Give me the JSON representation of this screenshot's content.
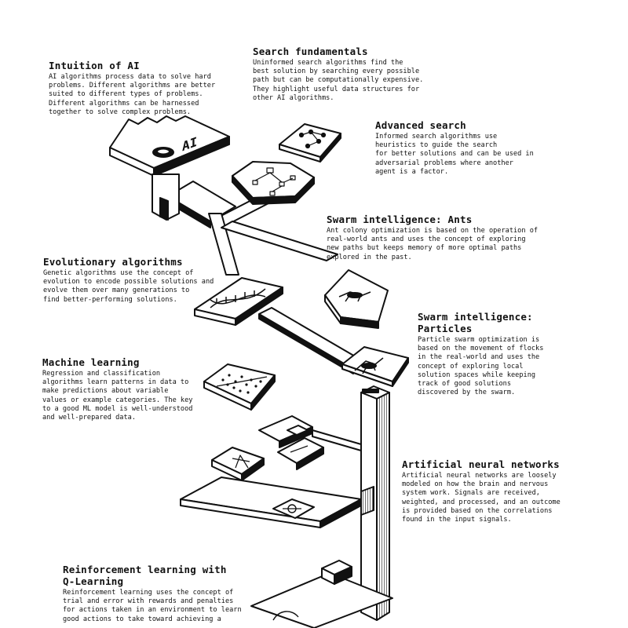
{
  "sections": {
    "intuition": {
      "title": "Intuition of AI",
      "lines": [
        "AI algorithms process data to solve hard",
        "problems. Different algorithms are better",
        "suited to different types of problems.",
        "Different algorithms can be harnessed",
        "together to solve complex problems."
      ]
    },
    "search": {
      "title": "Search fundamentals",
      "lines": [
        "Uninformed search algorithms find the",
        "best solution by searching every possible",
        "path but can be computationally expensive.",
        "They highlight useful data structures for",
        "other AI algorithms."
      ]
    },
    "advanced_search": {
      "title": "Advanced search",
      "lines": [
        "Informed search algorithms use",
        "heuristics to guide the search",
        "for better solutions and can be used in",
        "adversarial problems where another",
        "agent is a factor."
      ]
    },
    "ants": {
      "title": "Swarm intelligence: Ants",
      "lines": [
        "Ant colony optimization is based on the operation of",
        "real-world ants and uses the concept of exploring",
        "new paths but keeps memory of more optimal paths",
        "explored in the past."
      ]
    },
    "evolutionary": {
      "title": "Evolutionary algorithms",
      "lines": [
        "Genetic algorithms use the concept of",
        "evolution to encode possible solutions and",
        "evolve them over many generations to",
        "find better-performing solutions."
      ]
    },
    "particles": {
      "title_lines": [
        "Swarm intelligence:",
        "Particles"
      ],
      "lines": [
        "Particle swarm optimization is",
        "based on the movement of flocks",
        "in the real-world and uses the",
        "concept of exploring local",
        "solution spaces while keeping",
        "track of good solutions",
        "discovered by the swarm."
      ]
    },
    "ml": {
      "title": "Machine learning",
      "lines": [
        "Regression and classification",
        "algorithms learn patterns in data to",
        "make predictions about variable",
        "values or example categories. The key",
        "to a good ML model is well-understood",
        "and well-prepared data."
      ]
    },
    "ann": {
      "title": "Artificial neural networks",
      "lines": [
        "Artificial neural networks are loosely",
        "modeled on how the brain and nervous",
        "system work. Signals are received,",
        "weighted, and processed, and an outcome",
        "is provided based on the correlations",
        "found in the input signals."
      ]
    },
    "rl": {
      "title_lines": [
        "Reinforcement learning with",
        "Q-Learning"
      ],
      "lines": [
        "Reinforcement learning uses the concept of",
        "trial and error with rewards and penalties",
        "for actions taken in an environment to learn",
        "good actions to take toward achieving a"
      ]
    }
  },
  "start_block_label": "AI"
}
